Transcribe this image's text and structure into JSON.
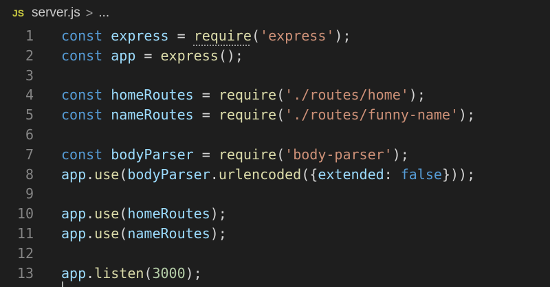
{
  "breadcrumb": {
    "file_icon": "JS",
    "file_name": "server.js",
    "separator": ">",
    "more": "..."
  },
  "editor": {
    "lines": [
      {
        "number": "1",
        "tokens": [
          {
            "t": "const",
            "c": "kw"
          },
          {
            "t": " ",
            "c": "op"
          },
          {
            "t": "express",
            "c": "var"
          },
          {
            "t": " = ",
            "c": "op"
          },
          {
            "t": "require",
            "c": "fn",
            "dots": true
          },
          {
            "t": "(",
            "c": "op"
          },
          {
            "t": "'express'",
            "c": "str"
          },
          {
            "t": ");",
            "c": "op"
          }
        ]
      },
      {
        "number": "2",
        "tokens": [
          {
            "t": "const",
            "c": "kw"
          },
          {
            "t": " ",
            "c": "op"
          },
          {
            "t": "app",
            "c": "var"
          },
          {
            "t": " = ",
            "c": "op"
          },
          {
            "t": "express",
            "c": "fn"
          },
          {
            "t": "();",
            "c": "op"
          }
        ]
      },
      {
        "number": "3",
        "tokens": []
      },
      {
        "number": "4",
        "tokens": [
          {
            "t": "const",
            "c": "kw"
          },
          {
            "t": " ",
            "c": "op"
          },
          {
            "t": "homeRoutes",
            "c": "var"
          },
          {
            "t": " = ",
            "c": "op"
          },
          {
            "t": "require",
            "c": "fn"
          },
          {
            "t": "(",
            "c": "op"
          },
          {
            "t": "'./routes/home'",
            "c": "str"
          },
          {
            "t": ");",
            "c": "op"
          }
        ]
      },
      {
        "number": "5",
        "tokens": [
          {
            "t": "const",
            "c": "kw"
          },
          {
            "t": " ",
            "c": "op"
          },
          {
            "t": "nameRoutes",
            "c": "var"
          },
          {
            "t": " = ",
            "c": "op"
          },
          {
            "t": "require",
            "c": "fn"
          },
          {
            "t": "(",
            "c": "op"
          },
          {
            "t": "'./routes/funny-name'",
            "c": "str"
          },
          {
            "t": ");",
            "c": "op"
          }
        ]
      },
      {
        "number": "6",
        "tokens": []
      },
      {
        "number": "7",
        "tokens": [
          {
            "t": "const",
            "c": "kw"
          },
          {
            "t": " ",
            "c": "op"
          },
          {
            "t": "bodyParser",
            "c": "var"
          },
          {
            "t": " = ",
            "c": "op"
          },
          {
            "t": "require",
            "c": "fn"
          },
          {
            "t": "(",
            "c": "op"
          },
          {
            "t": "'body-parser'",
            "c": "str"
          },
          {
            "t": ");",
            "c": "op"
          }
        ]
      },
      {
        "number": "8",
        "tokens": [
          {
            "t": "app",
            "c": "var"
          },
          {
            "t": ".",
            "c": "op"
          },
          {
            "t": "use",
            "c": "fn"
          },
          {
            "t": "(",
            "c": "op"
          },
          {
            "t": "bodyParser",
            "c": "var"
          },
          {
            "t": ".",
            "c": "op"
          },
          {
            "t": "urlencoded",
            "c": "fn"
          },
          {
            "t": "({",
            "c": "op"
          },
          {
            "t": "extended",
            "c": "var"
          },
          {
            "t": ": ",
            "c": "op"
          },
          {
            "t": "false",
            "c": "kw"
          },
          {
            "t": "}));",
            "c": "op"
          }
        ]
      },
      {
        "number": "9",
        "tokens": []
      },
      {
        "number": "10",
        "tokens": [
          {
            "t": "app",
            "c": "var"
          },
          {
            "t": ".",
            "c": "op"
          },
          {
            "t": "use",
            "c": "fn"
          },
          {
            "t": "(",
            "c": "op"
          },
          {
            "t": "homeRoutes",
            "c": "var"
          },
          {
            "t": ");",
            "c": "op"
          }
        ]
      },
      {
        "number": "11",
        "tokens": [
          {
            "t": "app",
            "c": "var"
          },
          {
            "t": ".",
            "c": "op"
          },
          {
            "t": "use",
            "c": "fn"
          },
          {
            "t": "(",
            "c": "op"
          },
          {
            "t": "nameRoutes",
            "c": "var"
          },
          {
            "t": ");",
            "c": "op"
          }
        ]
      },
      {
        "number": "12",
        "tokens": []
      },
      {
        "number": "13",
        "tokens": [
          {
            "t": "app",
            "c": "var"
          },
          {
            "t": ".",
            "c": "op"
          },
          {
            "t": "listen",
            "c": "fn"
          },
          {
            "t": "(",
            "c": "op"
          },
          {
            "t": "3000",
            "c": "num"
          },
          {
            "t": ");",
            "c": "op"
          }
        ]
      }
    ]
  }
}
